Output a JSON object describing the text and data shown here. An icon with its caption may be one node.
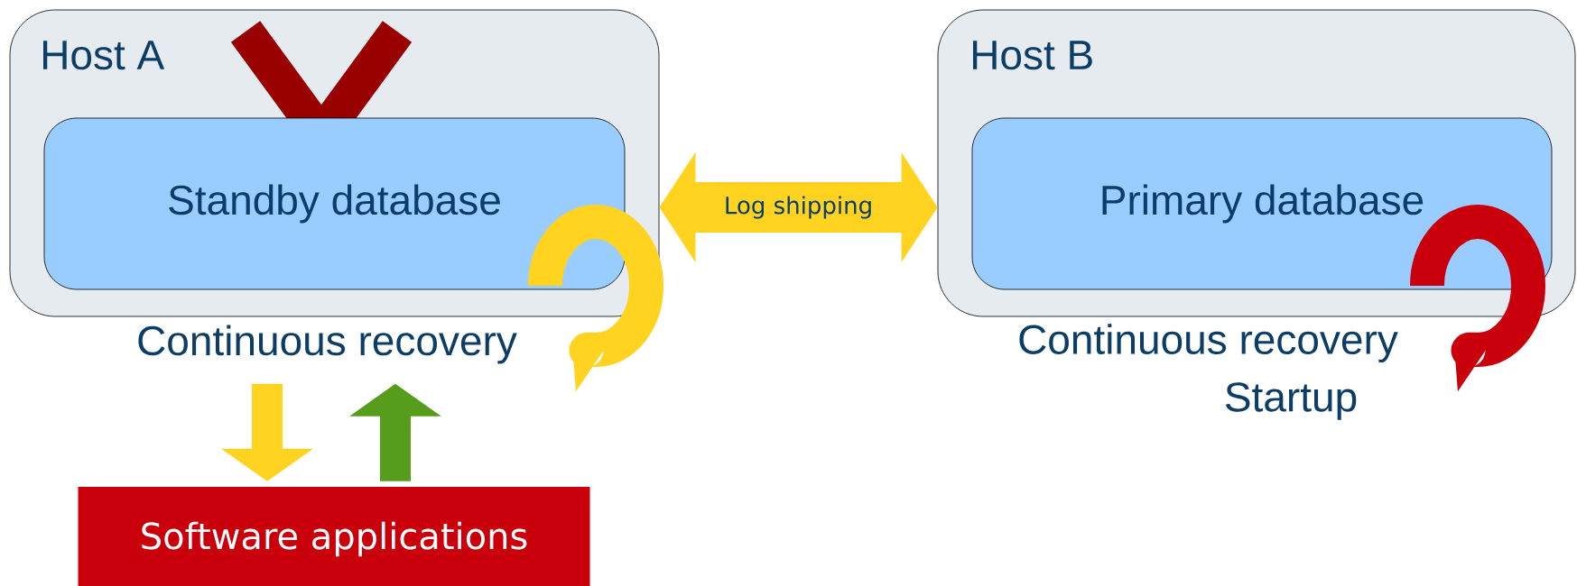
{
  "diagram": {
    "nodes": [
      {
        "text": [
          "Host A"
        ]
      },
      {
        "text": [
          "Standby database"
        ],
        "in": 0
      },
      {
        "text": [
          "Continuous recovery"
        ]
      },
      {
        "text": [
          "Host B"
        ],
        "beside": [
          "Continuous recovery"
        ]
      },
      {
        "text": [
          "Primary database"
        ],
        "in": 3
      },
      {
        "text": [
          "Software applications"
        ]
      }
    ],
    "edges": [
      {
        "from": 3,
        "to": 0,
        "arrow": "both",
        "label": "Log shipping"
      },
      {
        "from": 2,
        "to": 5,
        "arrow": "to"
      },
      {
        "from": 5,
        "to": 2,
        "arrow": "to",
        "color": "#579d1c"
      }
    ],
    "labels": [
      "Startup"
    ]
  }
}
